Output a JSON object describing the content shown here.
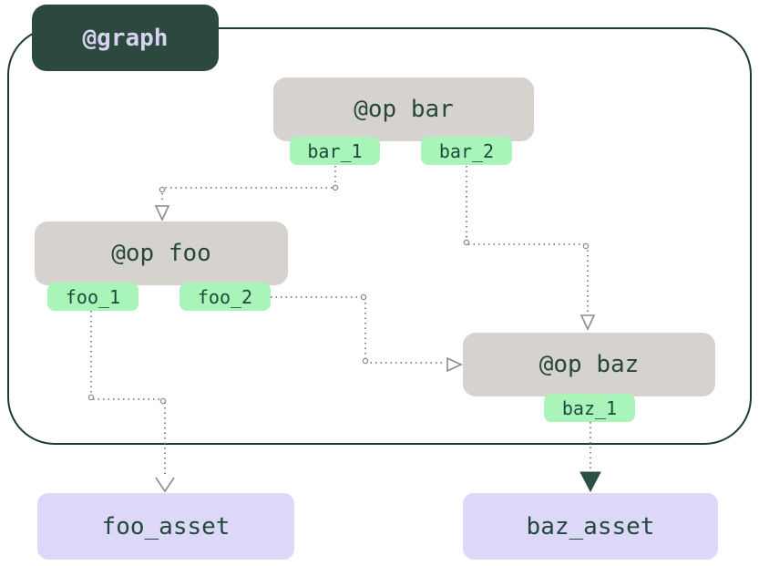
{
  "diagram": {
    "graph": {
      "label": "@graph"
    },
    "ops": [
      {
        "id": "bar",
        "label": "@op bar",
        "outputs": [
          "bar_1",
          "bar_2"
        ]
      },
      {
        "id": "foo",
        "label": "@op foo",
        "outputs": [
          "foo_1",
          "foo_2"
        ]
      },
      {
        "id": "baz",
        "label": "@op baz",
        "outputs": [
          "baz_1"
        ]
      }
    ],
    "assets": [
      {
        "id": "foo_asset",
        "label": "foo_asset"
      },
      {
        "id": "baz_asset",
        "label": "baz_asset"
      }
    ],
    "edges": [
      {
        "from": "bar_1",
        "to": "@op foo",
        "arrow": "open-triangle"
      },
      {
        "from": "bar_2",
        "to": "@op baz",
        "arrow": "open-triangle"
      },
      {
        "from": "foo_2",
        "to": "@op baz",
        "arrow": "open-triangle"
      },
      {
        "from": "foo_1",
        "to": "foo_asset",
        "arrow": "open-chevron"
      },
      {
        "from": "baz_1",
        "to": "baz_asset",
        "arrow": "filled-triangle"
      }
    ],
    "colors": {
      "graph_header_bg": "#2b493f",
      "graph_header_text": "#d7d3f0",
      "graph_border": "#1c3b31",
      "op_bg": "#d6d3ce",
      "op_text": "#26473d",
      "output_tag_bg": "#a8f4b9",
      "output_tag_text": "#1e4a3e",
      "asset_bg": "#ddd8f7",
      "asset_text": "#21483e",
      "edge": "#8c8c8c",
      "filled_arrow": "#2c4f44"
    }
  }
}
